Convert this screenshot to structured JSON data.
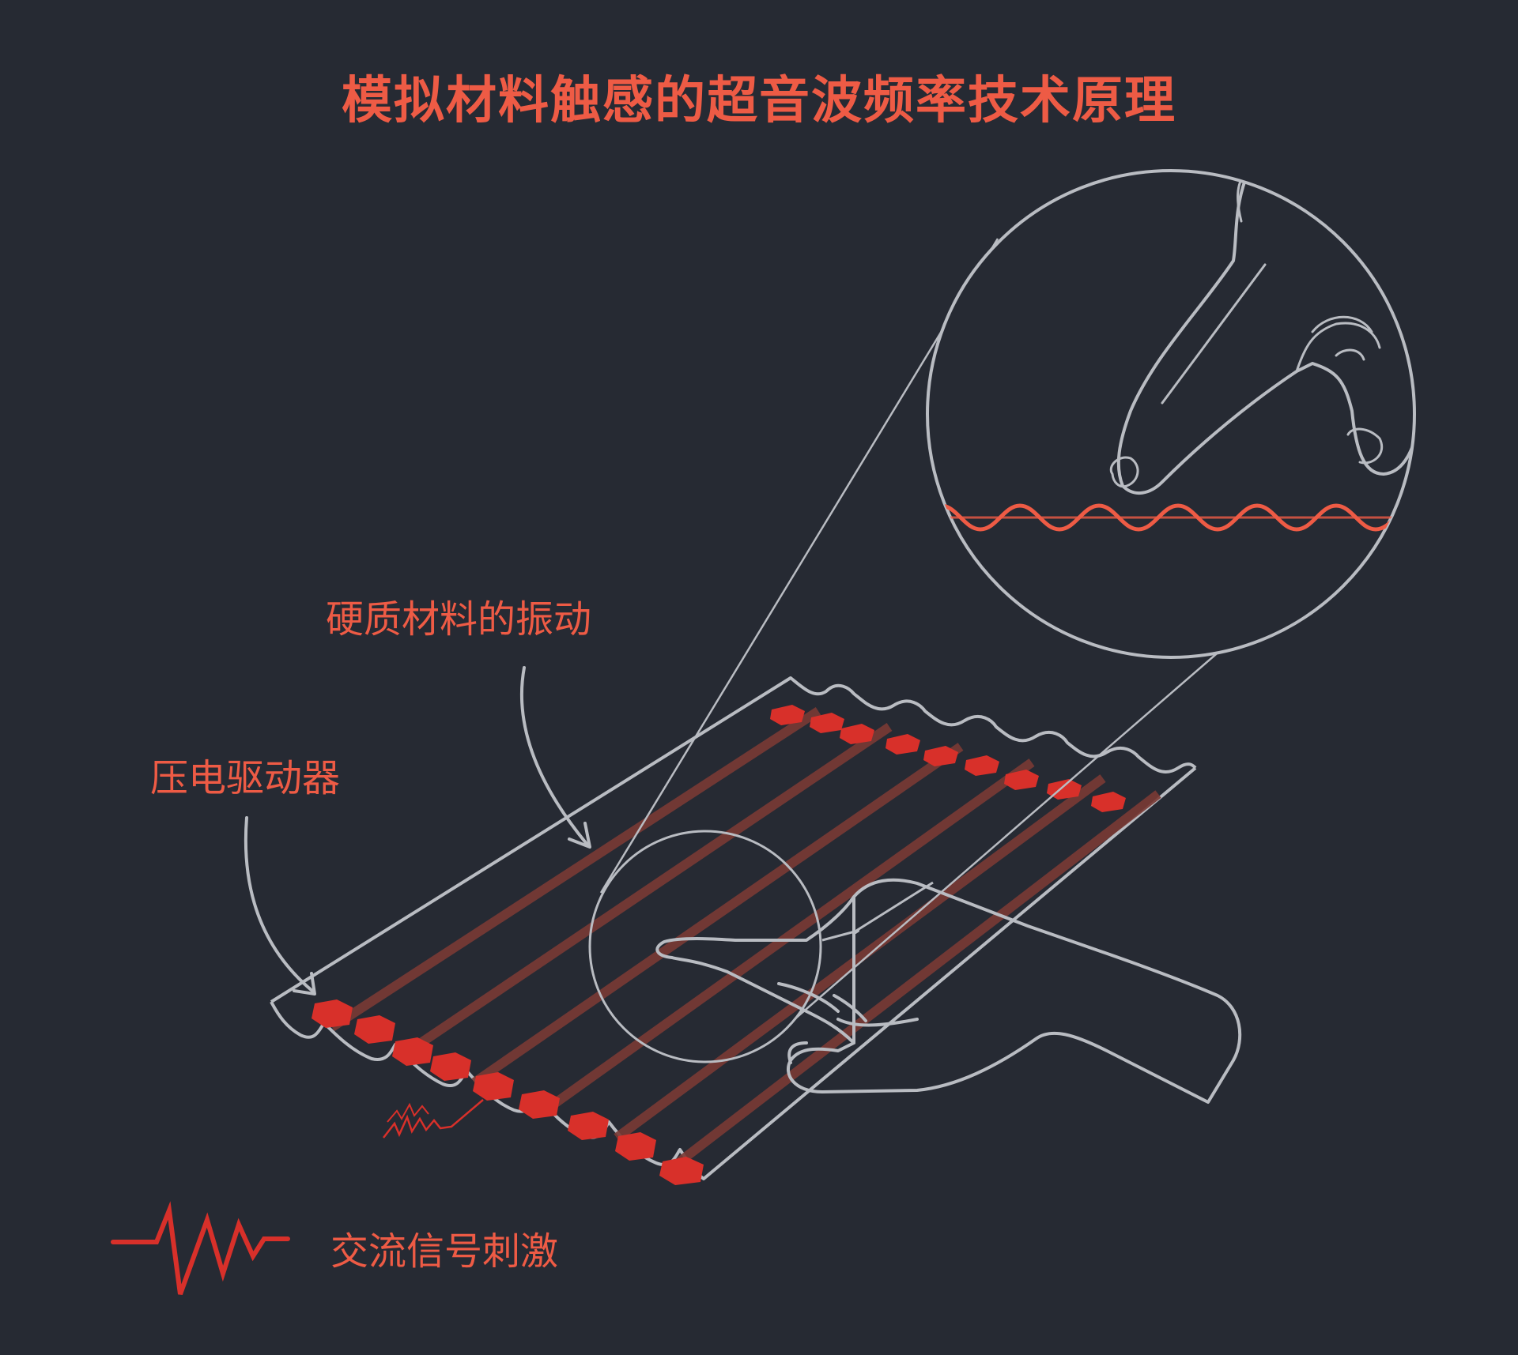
{
  "colors": {
    "background": "#262a33",
    "accent": "#ee5b45",
    "actuator": "#d8302a",
    "line": "#b9bcc2",
    "strip": "#7a3a35"
  },
  "labels": {
    "title": "模拟材料触感的超音波频率技术原理",
    "vibration": "硬质材料的振动",
    "actuator": "压电驱动器",
    "signal": "交流信号刺激"
  },
  "icons": {
    "signal": "ac-signal-icon",
    "hand": "hand-illustration",
    "magnifier": "magnifier-circle"
  }
}
